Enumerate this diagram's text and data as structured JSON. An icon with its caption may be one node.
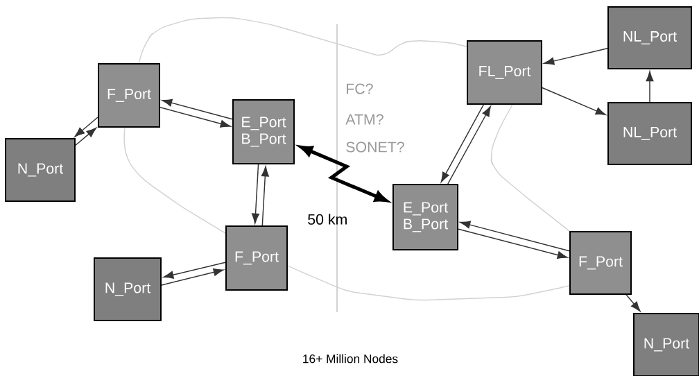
{
  "diagram": {
    "nodes": [
      {
        "text": [
          "F_Port"
        ]
      },
      {
        "text": [
          "N_Port"
        ]
      },
      {
        "text": [
          "E_Port",
          "B_Port"
        ]
      },
      {
        "text": [
          "F_Port"
        ]
      },
      {
        "text": [
          "N_Port"
        ]
      },
      {
        "text": [
          "FL_Port"
        ]
      },
      {
        "text": [
          "NL_Port"
        ]
      },
      {
        "text": [
          "NL_Port"
        ]
      },
      {
        "text": [
          "E_Port",
          "B_Port"
        ]
      },
      {
        "text": [
          "F_Port"
        ]
      },
      {
        "text": [
          "N_Port"
        ]
      }
    ],
    "edges": [
      {
        "from": 1,
        "to": 0,
        "arrow": "to"
      },
      {
        "from": 0,
        "to": 1,
        "arrow": "to"
      },
      {
        "from": 0,
        "to": 2,
        "arrow": "to"
      },
      {
        "from": 2,
        "to": 0,
        "arrow": "to"
      },
      {
        "from": 3,
        "to": 2,
        "arrow": "to"
      },
      {
        "from": 2,
        "to": 3,
        "arrow": "to"
      },
      {
        "from": 4,
        "to": 3,
        "arrow": "to"
      },
      {
        "from": 3,
        "to": 4,
        "arrow": "to"
      },
      {
        "from": 2,
        "to": 8,
        "arrow": "both",
        "style": "thick",
        "color": "#000000"
      },
      {
        "from": 8,
        "to": 5,
        "arrow": "to"
      },
      {
        "from": 5,
        "to": 8,
        "arrow": "to"
      },
      {
        "from": 6,
        "to": 5,
        "arrow": "to"
      },
      {
        "from": 5,
        "to": 7,
        "arrow": "to"
      },
      {
        "from": 7,
        "to": 6,
        "arrow": "to"
      },
      {
        "from": 8,
        "to": 9,
        "arrow": "to"
      },
      {
        "from": 9,
        "to": 8,
        "arrow": "to"
      },
      {
        "from": 9,
        "to": 10,
        "arrow": "to"
      }
    ],
    "labels": [
      "FC?",
      "ATM?",
      "SONET?",
      "50 km",
      "16+ Million Nodes"
    ]
  }
}
